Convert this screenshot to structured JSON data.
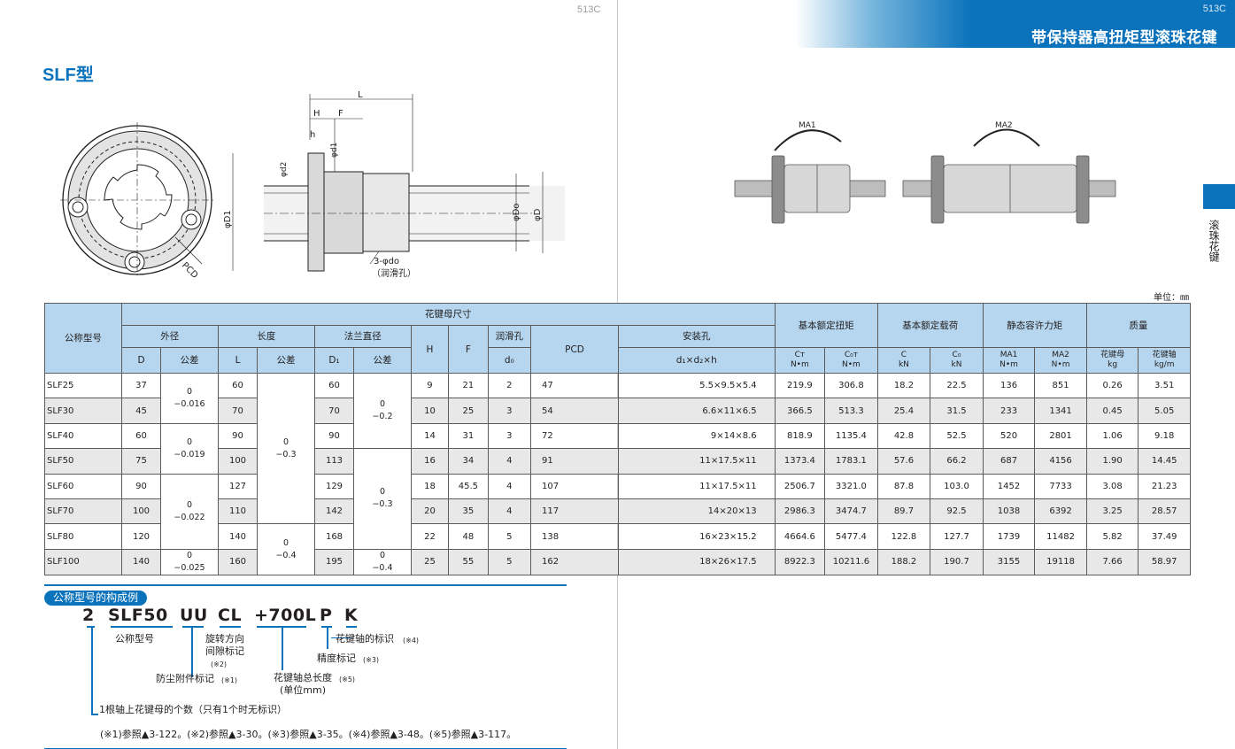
{
  "page": {
    "left_number": "513C",
    "right_number": "513C",
    "header_title": "带保持器高扭矩型滚珠花键",
    "side_label": "滚珠花键",
    "model_title": "SLF型",
    "unit": "单位：㎜"
  },
  "drawing": {
    "L": "L",
    "H": "H",
    "F": "F",
    "h": "h",
    "d1": "φd1",
    "d2": "φd2",
    "D1": "φD1",
    "Do": "φDo",
    "D": "φD",
    "PCD": "PCD",
    "hole": "3-φdo",
    "hole_note": "（润滑孔）",
    "MA1": "MA1",
    "MA2": "MA2"
  },
  "table": {
    "h_model": "公称型号",
    "h_nut_dims": "花键母尺寸",
    "h_outer": "外径",
    "h_length": "长度",
    "h_flange": "法兰直径",
    "h_lube": "润滑孔",
    "h_mount": "安装孔",
    "h_torque": "基本额定扭矩",
    "h_load": "基本额定载荷",
    "h_moment": "静态容许力矩",
    "h_mass": "质量",
    "c_D": "D",
    "c_tol": "公差",
    "c_L": "L",
    "c_D1": "D₁",
    "c_H": "H",
    "c_F": "F",
    "c_do": "d₀",
    "c_PCD": "PCD",
    "c_hole": "d₁×d₂×h",
    "c_CT": "Cт",
    "c_COT": "C₀т",
    "c_C": "C",
    "c_C0": "C₀",
    "c_MA1": "MA1",
    "c_MA2": "MA2",
    "c_nut": "花键母",
    "c_shaft": "花键轴",
    "u_Nm": "N•m",
    "u_kN": "kN",
    "u_kg": "kg",
    "u_kgm": "kg/m",
    "tol": {
      "D1": [
        "0",
        "−0.016"
      ],
      "D2": [
        "0",
        "−0.019"
      ],
      "D3": [
        "0",
        "−0.022"
      ],
      "D4": [
        "0",
        "−0.025"
      ],
      "L1": [
        "0",
        "−0.3"
      ],
      "L2": [
        "0",
        "−0.4"
      ],
      "F1": [
        "0",
        "−0.2"
      ],
      "F2": [
        "0",
        "−0.3"
      ],
      "F3": [
        "0",
        "−0.4"
      ]
    },
    "rows": [
      {
        "model": "SLF25",
        "D": "37",
        "L": "60",
        "D1": "60",
        "H": "9",
        "F": "21",
        "do": "2",
        "PCD": "47",
        "hole": "5.5×9.5×5.4",
        "CT": "219.9",
        "COT": "306.8",
        "C": "18.2",
        "C0": "22.5",
        "MA1": "136",
        "MA2": "851",
        "nut": "0.26",
        "shaft": "3.51"
      },
      {
        "model": "SLF30",
        "D": "45",
        "L": "70",
        "D1": "70",
        "H": "10",
        "F": "25",
        "do": "3",
        "PCD": "54",
        "hole": "6.6×11×6.5",
        "CT": "366.5",
        "COT": "513.3",
        "C": "25.4",
        "C0": "31.5",
        "MA1": "233",
        "MA2": "1341",
        "nut": "0.45",
        "shaft": "5.05"
      },
      {
        "model": "SLF40",
        "D": "60",
        "L": "90",
        "D1": "90",
        "H": "14",
        "F": "31",
        "do": "3",
        "PCD": "72",
        "hole": "9×14×8.6",
        "CT": "818.9",
        "COT": "1135.4",
        "C": "42.8",
        "C0": "52.5",
        "MA1": "520",
        "MA2": "2801",
        "nut": "1.06",
        "shaft": "9.18"
      },
      {
        "model": "SLF50",
        "D": "75",
        "L": "100",
        "D1": "113",
        "H": "16",
        "F": "34",
        "do": "4",
        "PCD": "91",
        "hole": "11×17.5×11",
        "CT": "1373.4",
        "COT": "1783.1",
        "C": "57.6",
        "C0": "66.2",
        "MA1": "687",
        "MA2": "4156",
        "nut": "1.90",
        "shaft": "14.45"
      },
      {
        "model": "SLF60",
        "D": "90",
        "L": "127",
        "D1": "129",
        "H": "18",
        "F": "45.5",
        "do": "4",
        "PCD": "107",
        "hole": "11×17.5×11",
        "CT": "2506.7",
        "COT": "3321.0",
        "C": "87.8",
        "C0": "103.0",
        "MA1": "1452",
        "MA2": "7733",
        "nut": "3.08",
        "shaft": "21.23"
      },
      {
        "model": "SLF70",
        "D": "100",
        "L": "110",
        "D1": "142",
        "H": "20",
        "F": "35",
        "do": "4",
        "PCD": "117",
        "hole": "14×20×13",
        "CT": "2986.3",
        "COT": "3474.7",
        "C": "89.7",
        "C0": "92.5",
        "MA1": "1038",
        "MA2": "6392",
        "nut": "3.25",
        "shaft": "28.57"
      },
      {
        "model": "SLF80",
        "D": "120",
        "L": "140",
        "D1": "168",
        "H": "22",
        "F": "48",
        "do": "5",
        "PCD": "138",
        "hole": "16×23×15.2",
        "CT": "4664.6",
        "COT": "5477.4",
        "C": "122.8",
        "C0": "127.7",
        "MA1": "1739",
        "MA2": "11482",
        "nut": "5.82",
        "shaft": "37.49"
      },
      {
        "model": "SLF100",
        "D": "140",
        "L": "160",
        "D1": "195",
        "H": "25",
        "F": "55",
        "do": "5",
        "PCD": "162",
        "hole": "18×26×17.5",
        "CT": "8922.3",
        "COT": "10211.6",
        "C": "188.2",
        "C0": "190.7",
        "MA1": "3155",
        "MA2": "19118",
        "nut": "7.66",
        "shaft": "58.97"
      }
    ]
  },
  "example": {
    "title": "公称型号的构成例",
    "c1": "2",
    "c2": "SLF50",
    "c3": "UU",
    "c4": "CL",
    "c5": "+700L",
    "c6": "P",
    "c7": "K",
    "l_model": "公称型号",
    "l_rot1": "旋转方向",
    "l_rot2": "间隙标记",
    "n2": "(※2)",
    "l_dust": "防尘附件标记",
    "n1": "(※1)",
    "l_shaftlen": "花键轴总长度",
    "n5": "(※5)",
    "l_unit": "(单位mm)",
    "l_acc": "精度标记",
    "n3": "(※3)",
    "l_shaftmark": "花键轴的标识",
    "n4": "(※4)",
    "l_count": "1根轴上花键母的个数（只有1个时无标识）",
    "footnote": "(※1)参照▲3-122。(※2)参照▲3-30。(※3)参照▲3-35。(※4)参照▲3-48。(※5)参照▲3-117。"
  }
}
